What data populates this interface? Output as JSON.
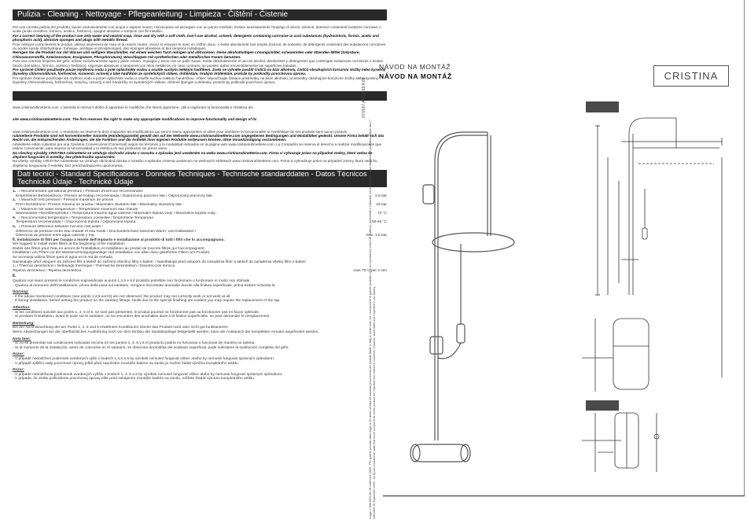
{
  "header": {
    "cleaning": "Pulizia - Cleaning - Nettoyage - Pflegeanleitung - Limpieza - Čištění - Čistenie",
    "specs": "Dati tecnici - Standard Specifications - Données Techniques - Technische standarddaten - Datos Técnicos Technické Údaje - Technické Údaje"
  },
  "cleaning_paragraphs": [
    "Per una corretta pulizia del prodotto, lavare esclusivamente con acqua e sapone neutro; risciacquare ed asciugare con un panno morbido. Evitare assolutamente l'impiego di alcool, solventi, detersivi contenenti sostanze corrosive o acide (acido cloridrico, formico, acetico, fosforico), spugne abrasive e tamponi con fili metallici.",
    "For a correct cleaning of the product use only water and neutral soap, rinse and dry with a soft cloth. Don't use alcohol, solvent, detergents containing corrosive or acid substances (hydrochloric, formic, acetic and phosphoric acid), abrasive sponges and plugs with metallic thread.",
    "Pour nettoyer correctement le produit, utilisez seulement de l'eau et du savon neutre, rincez et essuyez-le avec un chiffon doux. A éviter absolument tout emploi d'alcool, de solvants, de détergents contenant des substances corrosives ou acides (acide chlorhydrique, formique, acétique et phosphorique), des éponges abrasives et des tampons métalliques.",
    "Reinigen Sie die Produkt nur mit Wasser und seifigem Waschmittel, mit einem weichen Tuch reinigen und abtrocknen. Keine alkoholhaltigen Lösungsmittel, scheuernden oder ätzenden Mittel (Salzsäure, Chlorwasserstoffe, Ameisensäure, Essigsäure, Phosphorsäure), Waschlappen mit synthetischen oder metallischen Fasern benutzen.",
    "Para una correcta limpieza del grifo, utilizar exclusivamente agua y jabón neutro, enjuagar y secar con un paño suave. Evitar absolutamente el uso de alcohol, disolventes y detergentes que contengan sustancias corrosivas o ácidas (ácido clorhídrico, fórmico, acético y fosfórico), esponjas abrasivas o tampones con hilos metálicos, en caso contrario, se pueden dañar irreversiblemente las superficies tratadas.",
    "Pro správné čištění používejte pouze mýdlovou vodu a poté opláchněte vodou a osušte suchým měkkým hadříkem. Zcela se vyhněte použití čističů na bázi alkoholu, čističů obsahujících korozivní složky nebo kyseliny (kyseliny chlorovodíkové, fosforečné, mravenčí, octové) a také hadříkům ze syntetických vláken, drátěnkám, hrubým drátěnkám, protože by poškodily povrchovou úpravu.",
    "Pre správne čistenie používajte len mydlovú vodu a potom opláchnite vodou a osušte suchou mäkkou handričkou. Vôbec nepoužívajte čistiace prostriedky na báze alkoholu, prostriedky obsahujúce korozívne zložky alebo kyseliny (kyseliny chlórovodíkovej, fosforečnej, mravčej, octovej) a tiež handričky zo syntetických vlákien, drôtené špongie a drôtenky, pretože by poškodili povrchovú úpravu."
  ],
  "notice_paragraphs": [
    "www.cristinarubinetterie.com. L'azienda si riserva il diritto di apportare le modifiche che riterrà opportune, utili a migliorare la funzionalità e l'estetica dei",
    "site www.cristinarubinetterie.com. The firm reserves the right to make any appropriate modifications to improve functionality and design of its",
    "www.cristinarubinetterie.com. L'entreprise se réserve le droit d'apporter les modifications qui seront retenu appropriées et utiles pour améliorer la fonctionnalité et l'esthétique de ses produits sans aucun préavis.",
    "rubinetterie Produkte sind mit konventioneller Garantie (Handelsgarantie) gemäß den auf der Webseite www.cristinarubinetterie.com angegebenen Bedingungen und Modalitäten gedeckt. Unsere Firma behält sich das Recht vor, die entsprechenden Änderungen, die die Funktion und die Ästhetik ihrer eigenen Produkte verbessern können, ohne Vorankündigung vorzunehmen.",
    "rubinetterie están cubiertos por una Garantía Convencional (Comercial) según los términos y la modalidad indicados en la página web www.cristinarubinetterie.com. La Compañía se reserva el derecho a realizar modificaciones que estime conveniente, para mejorar la funcionalidad y la estética de sus productos sin previo aviso.",
    "Na všechny výrobky CRISTINA rubinetterie se vztahuje obchodní záruka v rozsahu a způsobu jenž uvedeném na webu www.cristinarubinetterie.com. Firma si vyhrazuje právo na případné změny, které vedou ke zlepšení fungování či estetiky, bez předchozího upozornění.",
    "Na všetky výrobky CRISTINA rubinetterie sa vzťahuje obchodná záruka v rozsahu a spôsobe zmienia uvedenom na webových stránkach www.cristinarubinetterie.com. Firma si vyhradzuje právo na prípadné zmeny, ktoré vedú ku zlepšeniu fungovania či estetiky, bez predchádzajúceho upozornenia."
  ],
  "specs": [
    {
      "n": "1.",
      "label": "/ Recommended operational pressure / Pression d'exercice recommandée",
      "value": ""
    },
    {
      "n": "",
      "label": "Empfohlener Betriebsdruck / Presión de trabajo recomendada / Doporučený pracovní tlak / Odporúčaný pracovný tlak:",
      "value": "1-5 bar"
    },
    {
      "n": "2.",
      "label": "/ Maximum test pressure / Pression maximum de preuve",
      "value": ""
    },
    {
      "n": "",
      "label": "Prüf-Höchstdruck / Presión máxima de prueba / Maximální zkušební tlak / Maximálny skúšobný tlak :",
      "value": "16 bar"
    },
    {
      "n": "3.",
      "label": "/ Maximum hot water temperature / Température maximum eau chaude",
      "value": ""
    },
    {
      "n": "",
      "label": "Warmwasser-Höchsttemperatur / Temperatura máxima agua caliente / Maximální teplota vody / Maximálna teplota vody :",
      "value": "70 °C"
    },
    {
      "n": "4.",
      "label": "/ Recommended temperature / Température conseillée / Empfohlene Temperatur",
      "value": ""
    },
    {
      "n": "",
      "label": "Temperatura recomendada / / Doporučená teplota / Odporúčaná teplota:",
      "value": "50-60 °C"
    },
    {
      "n": "5.",
      "label": "/ Pressure difference between hot and cold water /",
      "value": ""
    },
    {
      "n": "",
      "label": "Différence de pression entre eau chaude et eau froide / Druckunterschied zwischen Warm- und Kaltwasser /",
      "value": ""
    },
    {
      "n": "",
      "label": "Diferencia de presión entre agua caliente y fría: ",
      "value": "max. 1,5 bar"
    }
  ],
  "install_title": "Installazione di filtri per l'acqua a monte dell'impianto e installazione al prodotto di tutti i filtri che lo accompagnano.",
  "install_lines": [
    "We suggest to install water filters at the beginning of the installation",
    "Etablir des filtres pour l'eau en amont de l'installation et installation au produit de tous les filtres qui l'accompagnent.",
    "Installation von Filtern an der Wasserversorgungsanlage und Installation von allen dazu gelieferten Filtern am Produkt.",
    "Se aconseja utilizar filtros para el agua en la red de entrada.",
    "Nainstalujte před vstupem do zařízení filtr a taktéž do zařízení všechny filtry s balení. / Nainštalujte pred vstupom do zariadenia filter a taktiež do zariadenia všetky filtre s balení."
  ],
  "thermal": {
    "n": "7.",
    "label": "/ Thermal desinfection / Nettoyage thermique / Thermische Desinfektion / Desinfección térmica",
    "sub": "Tepelná dezinfekce / Tepelná dezinfekcia",
    "value": "mas 70°C per 4 min"
  },
  "note8": [
    "Qualora non siano presenti le condizioni sopraindicate ai punti 1,4,5 e 6 il prodotto potrebbe non funzionare o funzionare in modo non ottimale.",
    "- Qualora al momento dell'installazione, prima della posa sul sanitario, vengano riscontrate anomalie dovute alla finitura superficiale, prima essere richiesta la"
  ],
  "warnings": [
    {
      "h": "Warning:",
      "lines": [
        "- If the above mentioned conditions (see points 1,4,5 and 6) are not observed, the product may not correctly work or not work at all.",
        "- If during installation, before setting the product on the sanitary fittings, faults due to the special finishing are evident you may require the replacement of the tap."
      ]
    },
    {
      "h": "Attention:",
      "lines": [
        "- Si les conditions susvisé aux points 1, 4, 5 et 6, ne sont pas présentes, le produit pourrait ne fonctionner pas ou fonctionner pas en façon optimale.",
        "- Si pendant l'installation, avant le pose sur le sanitaire, on va rencontrer des anomalies dues à la finition superficielle, on peut demander le remplacement"
      ]
    },
    {
      "h": "Bemerkung:",
      "lines": [
        "Bei der Nicht-Beachtung der am Punkt 1, 4, 5 und 6 erwähnten Konditionen könnte das Produkt nicht oder nicht gut funktionieren.",
        "Wenn Abweichungen bei der oberflächlichen Ausführung noch vor dem Einbau der Sanitätsanlage festgestellt werden, kann der Austausch der kompletten Armatur angefordert werden."
      ]
    },
    {
      "h": "Nota bien:",
      "lines": [
        "- Si no se presentan las condiciones indicadas encima en los puntos 1, 4, 5 y 6 el producto podría no funcionar o funcionar de manera no óptima;",
        "- Si al momento de la instalación, antes de colocarse en el sanitario, se observan anomalías del acabado superficial, pude solicitarse la sustitución completa del grifo."
      ]
    },
    {
      "h": "Pozor:",
      "lines": [
        "- V případě nedodržení podmínek uvedených výše v bodech 1,4,5 a 6 by výrobek nemusel  fungovat vůbec anebo by nemusel fungovat správným způsobem.",
        "- V případě zjištění vady povrchové úpravy ještě před započetím montáže batene na sanitu je možné žádat výměnu kompletního artiklu."
      ]
    },
    {
      "h": "Pozor:",
      "lines": [
        "- V prípade nedodržania podmienok uvedených vyššie v bodoch 1, 4, 5 a 6 by výrobok nemusel fungovať vôbec alebo by nemusel fungovať správnym spôsobom;",
        "- V prípade, že zistíte poškodenie povrchovej úpravy ešte pred zahájením montáže batérie na sanitu, môžete žiadať výmenu kompletného artiklu"
      ]
    }
  ],
  "side_code": "07/2017    AT 16415 A 83",
  "side_fineprint": "Legge n°166/2009 del 25 settembre 2009 - Per quanto previsto dalla legge ai fini della corretta ed assoluta provenienza dei prodotti Made in Italy si rende noto che i componenti di questo prodotto sono di importazione extra UE. Tuttavia, assemblati e collaudati sul territorio del nostro stabilimento produttivo. Italian law n° 166/2009 25 September 2009 - As by law enacted we state that some components of this product are imported from extra EU countries. However, assembled and inspected in our factory.",
  "titles": {
    "it": "NÁVOD NA MONTÁŽ",
    "sk": "NÁVOD NA MONTÁŽ"
  },
  "brand": "CRISTINA"
}
